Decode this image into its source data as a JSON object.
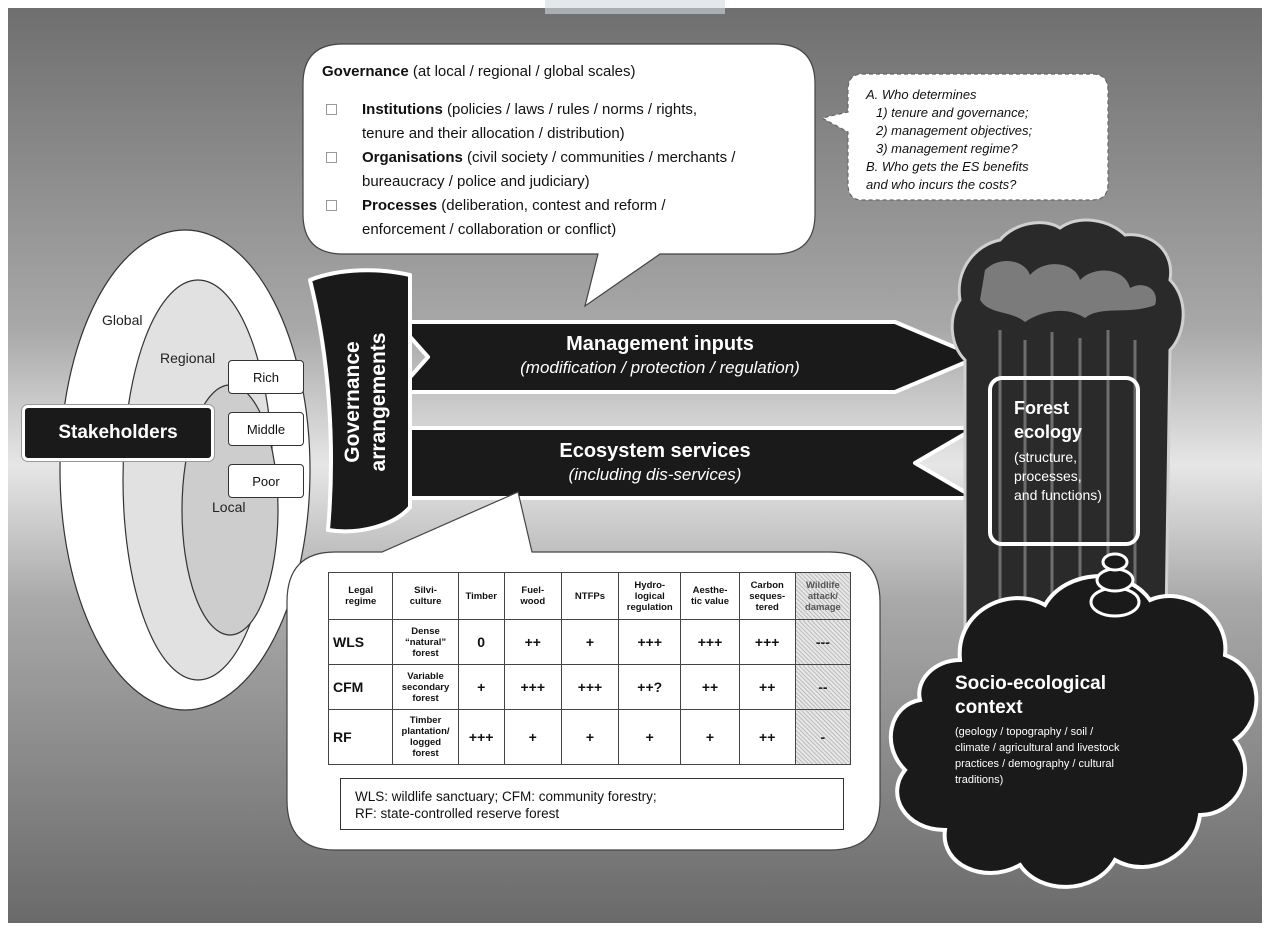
{
  "governance": {
    "title_bold": "Governance",
    "title_rest": "(at local / regional / global scales)",
    "items": [
      {
        "bold": "Institutions",
        "line1": "(policies / laws / rules / norms / rights,",
        "line2": "tenure and their allocation / distribution)"
      },
      {
        "bold": "Organisations",
        "line1": "(civil society / communities / merchants /",
        "line2": "bureaucracy / police and judiciary)"
      },
      {
        "bold": "Processes",
        "line1": "(deliberation, contest and reform /",
        "line2": "enforcement / collaboration or conflict)"
      }
    ]
  },
  "questions": {
    "lines": [
      "A. Who determines",
      "1) tenure and governance;",
      "2) management objectives;",
      "3) management regime?",
      "B. Who gets the ES benefits",
      "and who incurs the costs?"
    ]
  },
  "scales": {
    "global": "Global",
    "regional": "Regional",
    "local": "Local",
    "rich": "Rich",
    "middle": "Middle",
    "poor": "Poor",
    "stakeholders": "Stakeholders"
  },
  "governance_arrangements": {
    "line1": "Governance",
    "line2": "arrangements"
  },
  "management_inputs": {
    "title": "Management inputs",
    "subtitle": "(modification / protection / regulation)"
  },
  "ecosystem_services": {
    "title": "Ecosystem services",
    "subtitle": "(including dis-services)"
  },
  "forest_ecology": {
    "title_line1": "Forest",
    "title_line2": "ecology",
    "desc": [
      "(structure,",
      "processes,",
      "and functions)"
    ]
  },
  "socio_ecological": {
    "title_line1": "Socio-ecological",
    "title_line2": "context",
    "desc": [
      "(geology / topography / soil /",
      "climate / agricultural and livestock",
      "practices / demography / cultural",
      "traditions)"
    ]
  },
  "table": {
    "headers": [
      [
        "Legal",
        "regime"
      ],
      [
        "Silvi-",
        "culture"
      ],
      [
        "Timber"
      ],
      [
        "Fuel-",
        "wood"
      ],
      [
        "NTFPs"
      ],
      [
        "Hydro-",
        "logical",
        "regulation"
      ],
      [
        "Aesthe-",
        "tic value"
      ],
      [
        "Carbon",
        "seques-",
        "tered"
      ],
      [
        "Wildlife",
        "attack/",
        "damage"
      ]
    ],
    "rows": [
      {
        "regime": "WLS",
        "silvi": [
          "Dense",
          "“natural”",
          "forest"
        ],
        "values": [
          "0",
          "++",
          "+",
          "+++",
          "+++",
          "+++",
          "---"
        ]
      },
      {
        "regime": "CFM",
        "silvi": [
          "Variable",
          "secondary",
          "forest"
        ],
        "values": [
          "+",
          "+++",
          "+++",
          "++?",
          "++",
          "++",
          "--"
        ]
      },
      {
        "regime": "RF",
        "silvi": [
          "Timber",
          "plantation/",
          "logged",
          "forest"
        ],
        "values": [
          "+++",
          "+",
          "+",
          "+",
          "+",
          "++",
          "-"
        ]
      }
    ],
    "abbr_line1": "WLS: wildlife sanctuary; CFM: community forestry;",
    "abbr_line2": "RF: state-controlled reserve forest"
  }
}
